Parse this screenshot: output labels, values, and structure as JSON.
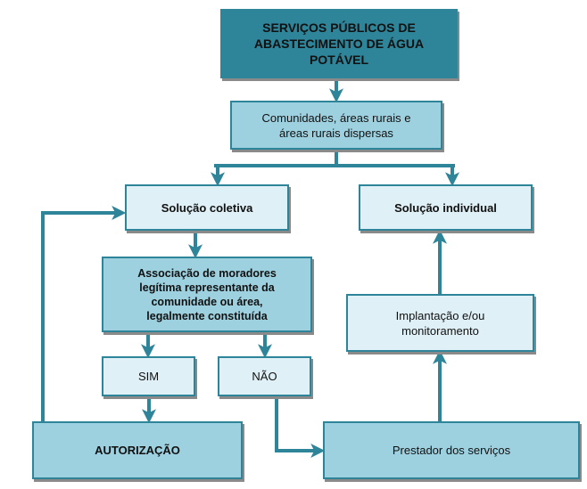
{
  "diagram": {
    "type": "flowchart",
    "accent_color": "#2e8499",
    "nodes": {
      "servicos": {
        "label": "SERVIÇOS PÚBLICOS DE ABASTECIMENTO DE ÁGUA POTÁVEL",
        "lines": [
          "SERVIÇOS PÚBLICOS DE",
          "ABASTECIMENTO DE ÁGUA",
          "POTÁVEL"
        ]
      },
      "comunidades": {
        "label": "Comunidades, áreas rurais e áreas rurais dispersas",
        "lines": [
          "Comunidades, áreas rurais e",
          "áreas rurais dispersas"
        ]
      },
      "solucao_coletiva": {
        "label": "Solução coletiva"
      },
      "solucao_individual": {
        "label": "Solução individual"
      },
      "associacao": {
        "label": "Associação de moradores legítima representante da comunidade ou área, legalmente constituída",
        "lines": [
          "Associação de moradores",
          "legítima representante da",
          "comunidade ou área,",
          "legalmente constituída"
        ]
      },
      "sim": {
        "label": "SIM"
      },
      "nao": {
        "label": "NÃO"
      },
      "implantacao": {
        "label": "Implantação e/ou monitoramento",
        "lines": [
          "Implantação e/ou",
          "monitoramento"
        ]
      },
      "autorizacao": {
        "label": "AUTORIZAÇÃO"
      },
      "prestador": {
        "label": "Prestador dos serviços"
      }
    },
    "edges": [
      {
        "from": "servicos",
        "to": "comunidades"
      },
      {
        "from": "comunidades",
        "to": "solucao_coletiva"
      },
      {
        "from": "comunidades",
        "to": "solucao_individual"
      },
      {
        "from": "solucao_coletiva",
        "to": "associacao"
      },
      {
        "from": "associacao",
        "to": "sim"
      },
      {
        "from": "associacao",
        "to": "nao"
      },
      {
        "from": "sim",
        "to": "autorizacao"
      },
      {
        "from": "autorizacao",
        "to": "solucao_coletiva"
      },
      {
        "from": "nao",
        "to": "prestador"
      },
      {
        "from": "prestador",
        "to": "implantacao"
      },
      {
        "from": "implantacao",
        "to": "solucao_individual"
      }
    ]
  }
}
